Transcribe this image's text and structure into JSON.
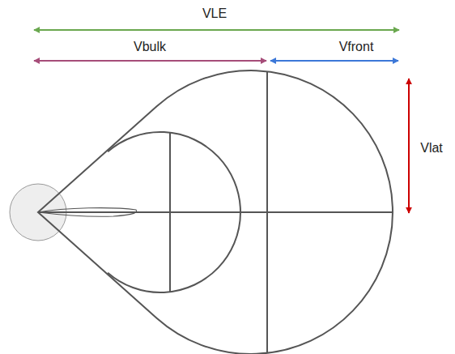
{
  "diagram": {
    "labels": [
      "VLE",
      "Vbulk",
      "Vfront",
      "Vlat"
    ]
  }
}
